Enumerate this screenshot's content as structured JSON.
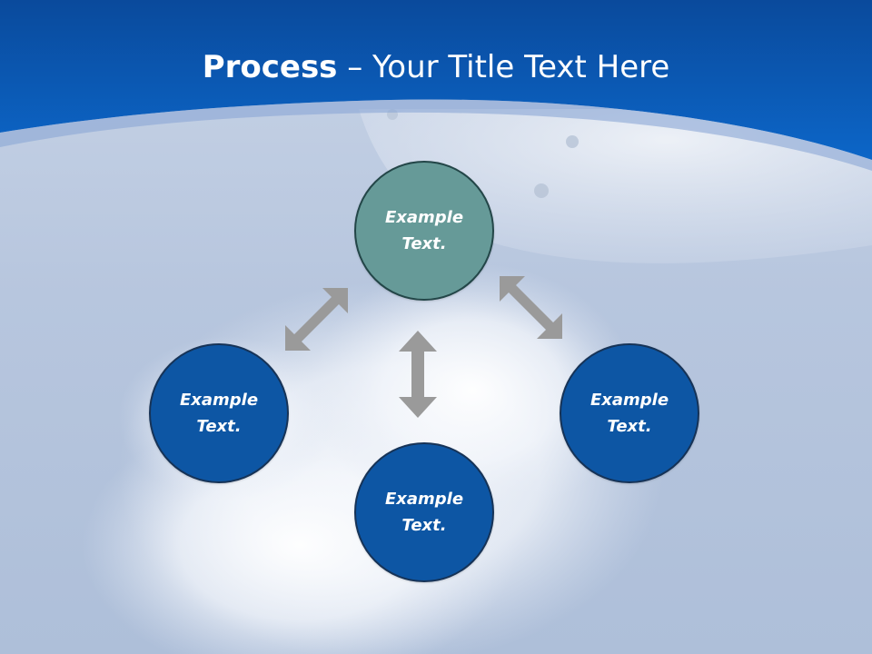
{
  "slide": {
    "title_bold": "Process",
    "title_rest": " – Your Title Text Here"
  },
  "nodes": {
    "top": "Example\nText.",
    "left": "Example\nText.",
    "right": "Example\nText.",
    "bottom": "Example\nText."
  },
  "colors": {
    "header_blue": "#0d5fbf",
    "node_teal": "#669a98",
    "node_blue": "#0d56a4",
    "arrow_gray": "#9a9a9a"
  }
}
